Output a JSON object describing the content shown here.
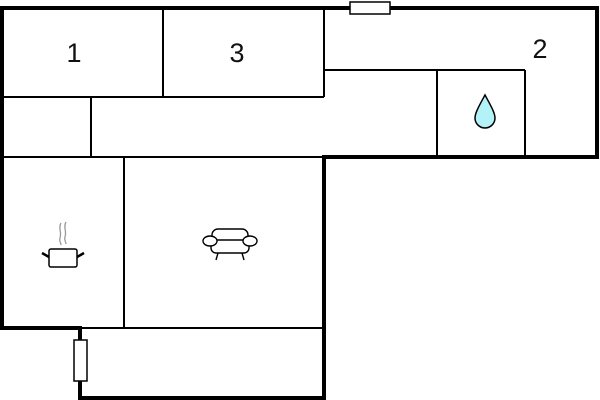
{
  "diagram": {
    "type": "floor-plan",
    "colors": {
      "wall": "#000000",
      "background": "#ffffff",
      "water": "#b3f3f7",
      "steam": "#9a9a9a"
    },
    "rooms": [
      {
        "id": "bedroom-1",
        "label": "1"
      },
      {
        "id": "bedroom-3",
        "label": "3"
      },
      {
        "id": "bedroom-2",
        "label": "2"
      },
      {
        "id": "bathroom",
        "label": "",
        "icon": "water-drop-icon"
      },
      {
        "id": "kitchen",
        "label": "",
        "icon": "cooking-pot-icon"
      },
      {
        "id": "living-room",
        "label": "",
        "icon": "armchair-icon"
      },
      {
        "id": "hallway",
        "label": ""
      },
      {
        "id": "storage",
        "label": ""
      },
      {
        "id": "entry-corridor",
        "label": ""
      }
    ],
    "doors": [
      {
        "id": "top-door",
        "orientation": "horizontal"
      },
      {
        "id": "entrance-door",
        "orientation": "vertical"
      }
    ]
  }
}
